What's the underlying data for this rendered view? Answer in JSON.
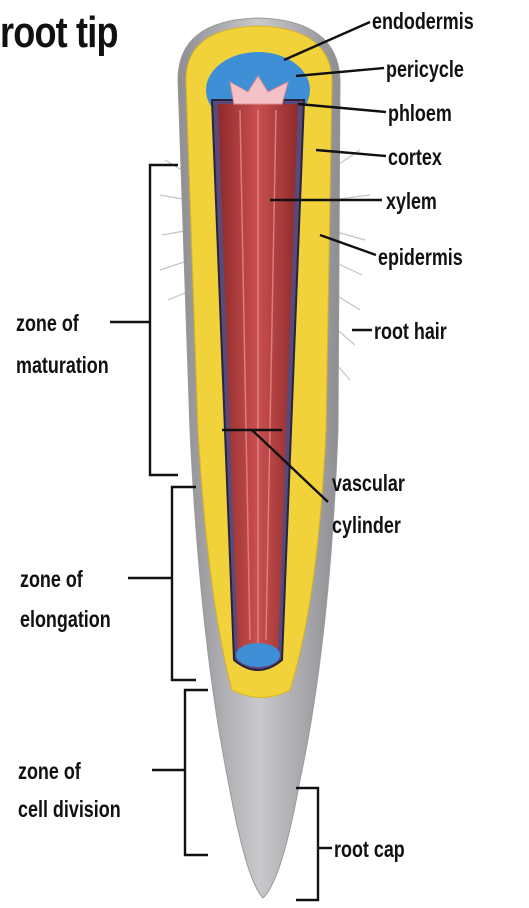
{
  "title": "root tip",
  "labels": {
    "endodermis": "endodermis",
    "pericycle": "pericycle",
    "phloem": "phloem",
    "cortex": "cortex",
    "xylem": "xylem",
    "epidermis": "epidermis",
    "root_hair": "root hair",
    "vascular_cylinder_1": "vascular",
    "vascular_cylinder_2": "cylinder",
    "root_cap": "root cap",
    "zone_maturation_1": "zone of",
    "zone_maturation_2": "maturation",
    "zone_elongation_1": "zone of",
    "zone_elongation_2": "elongation",
    "zone_division_1": "zone of",
    "zone_division_2": "cell division"
  },
  "colors": {
    "cortex": "#f2d23a",
    "epidermis": "#b9b9b9",
    "root_cap": "#a9a9ad",
    "xylem": "#b23a3a",
    "phloem": "#3f8fd6",
    "leader": "#111111"
  }
}
